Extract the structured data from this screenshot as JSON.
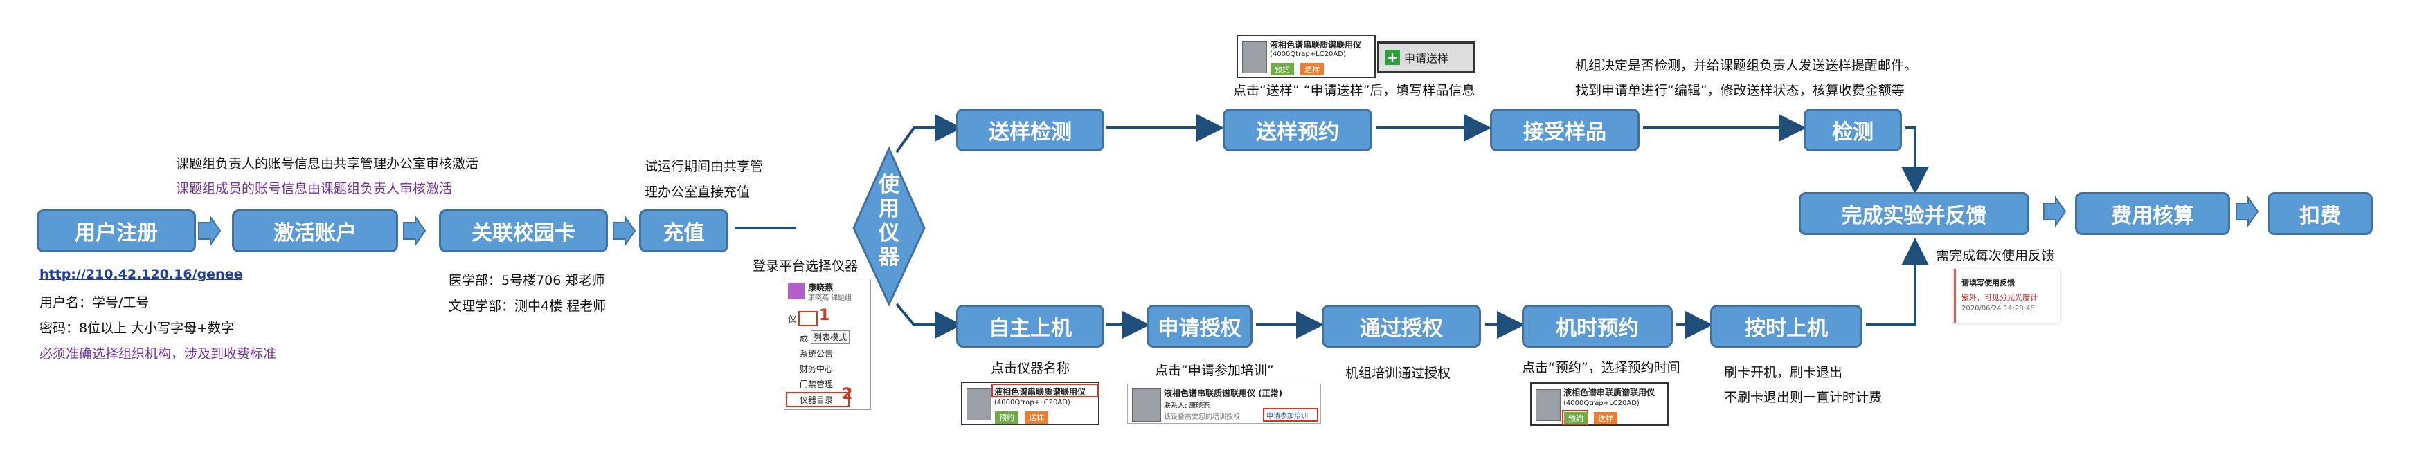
{
  "boxes": {
    "register": "用户注册",
    "activate": "激活账户",
    "link_card": "关联校园卡",
    "recharge": "充值",
    "use_instrument": "使用仪器",
    "send_test": "送样检测",
    "send_appt": "送样预约",
    "receive_sample": "接受样品",
    "detect": "检测",
    "complete_feedback": "完成实验并反馈",
    "fee_accounting": "费用核算",
    "deduct": "扣费",
    "self_operate": "自主上机",
    "apply_auth": "申请授权",
    "pass_auth": "通过授权",
    "time_appt": "机时预约",
    "on_time": "按时上机"
  },
  "notes": {
    "activate_1": "课题组负责人的账号信息由共享管理办公室审核激活",
    "activate_2": "课题组成员的账号信息由课题组负责人审核激活",
    "recharge_1": "试运行期间由共享管",
    "recharge_2": "理办公室直接充值",
    "url": "http://210.42.120.16/genee",
    "username": "用户名：学号/工号",
    "password": "密码：8位以上 大小写字母+数字",
    "org_note": "必须准确选择组织机构，涉及到收费标准",
    "campus_1": "医学部：5号楼706 郑老师",
    "campus_2": "文理学部：测中4楼 程老师",
    "login_select": "登录平台选择仪器",
    "send_appt_note": "点击“送样” “申请送样”后，填写样品信息",
    "review_1": "机组决定是否检测，并给课题组负责人发送送样提醒邮件。",
    "review_2": "找到申请单进行“编辑”，修改送样状态，核算收费金额等",
    "feedback_note": "需完成每次使用反馈",
    "click_name": "点击仪器名称",
    "click_training": "点击“申请参加培训”",
    "group_training": "机组培训通过授权",
    "click_reserve": "点击“预约”，选择预约时间",
    "card_1": "刷卡开机，刷卡退出",
    "card_2": "不刷卡退出则一直计时计费"
  },
  "shots": {
    "instrument_name": "液相色谱串联质谱联用仪",
    "instrument_model": "(4000Qtrap+LC20AD)",
    "instrument_name_normal": "液相色谱串联质谱联用仪 (正常)",
    "btn_reserve": "预约",
    "btn_send": "送样",
    "apply_send": "申请送样",
    "contact": "联系人: 康晓燕",
    "device_note": "该设备需要您的培训授权",
    "apply_training": "申请参加培训",
    "feedback_title": "请填写使用反馈",
    "feedback_sub": "紫外、可见分光光度计",
    "feedback_time": "2020/06/24 14:28:48",
    "user_name": "康晓燕",
    "user_role": "康晓燕 课题组",
    "menu_1": "仪",
    "menu_mode": "列表模式",
    "menu_2": "成",
    "menu_3": "系统公告",
    "menu_4": "财务中心",
    "menu_5": "门禁管理",
    "menu_6": "仪器目录",
    "num_1": "1",
    "num_2": "2"
  }
}
